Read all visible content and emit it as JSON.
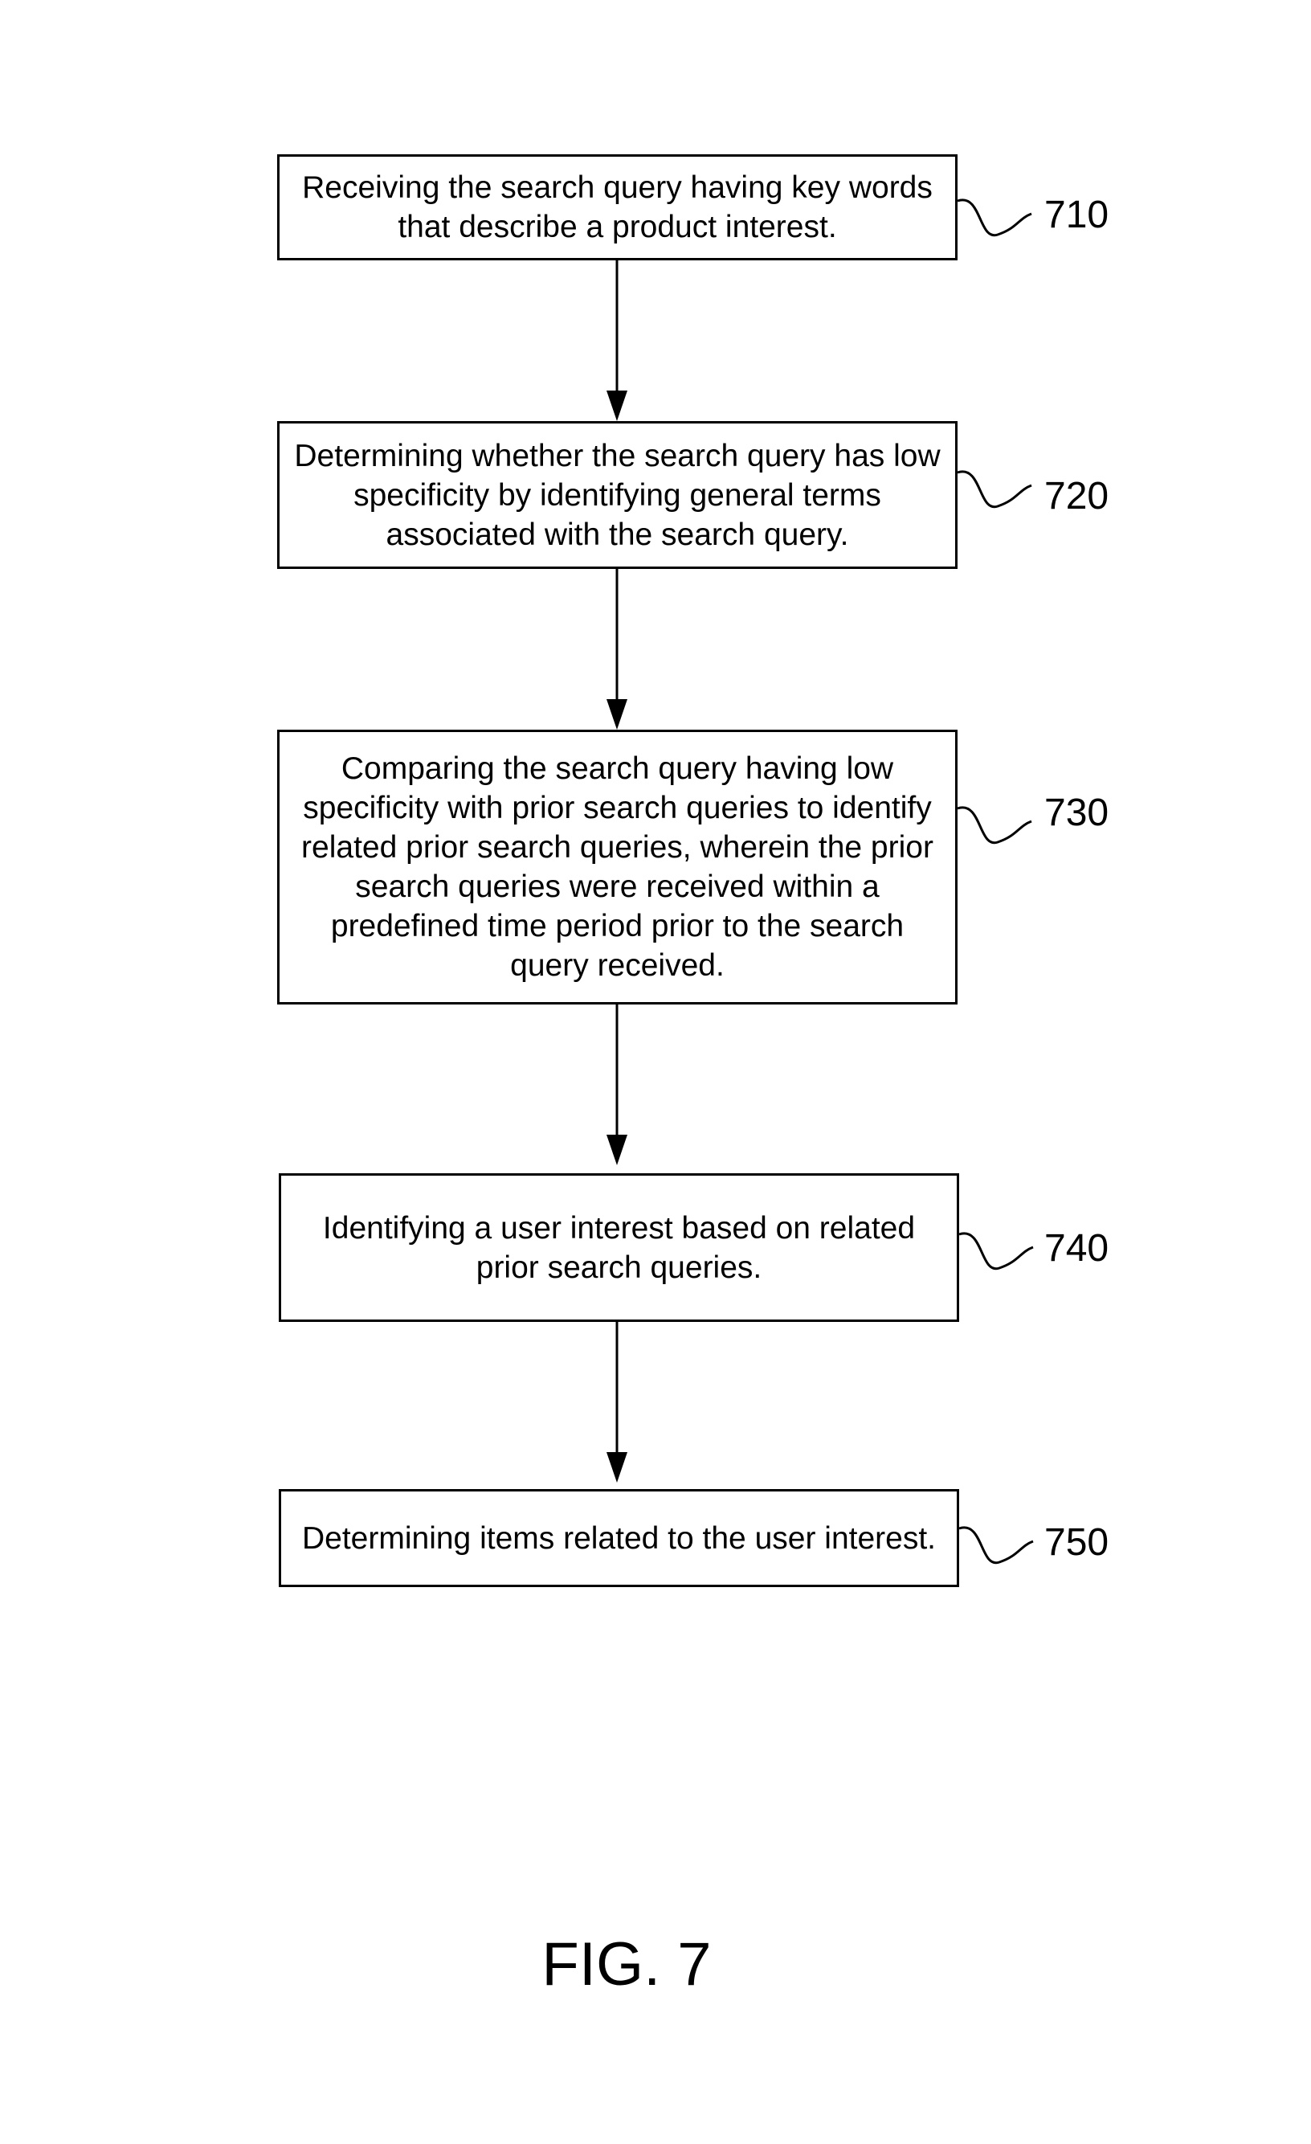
{
  "steps": [
    {
      "ref": "710",
      "text": "Receiving the search query having key words that describe a product interest."
    },
    {
      "ref": "720",
      "text": "Determining whether the search query has low specificity by identifying general terms associated with the search query."
    },
    {
      "ref": "730",
      "text": "Comparing the search query having low specificity with prior search queries to identify related prior search queries, wherein the prior search queries were received within a predefined time period prior to the search query received."
    },
    {
      "ref": "740",
      "text": "Identifying a user interest based on related prior search queries."
    },
    {
      "ref": "750",
      "text": "Determining items related to the user interest."
    }
  ],
  "figure_label": "FIG. 7"
}
